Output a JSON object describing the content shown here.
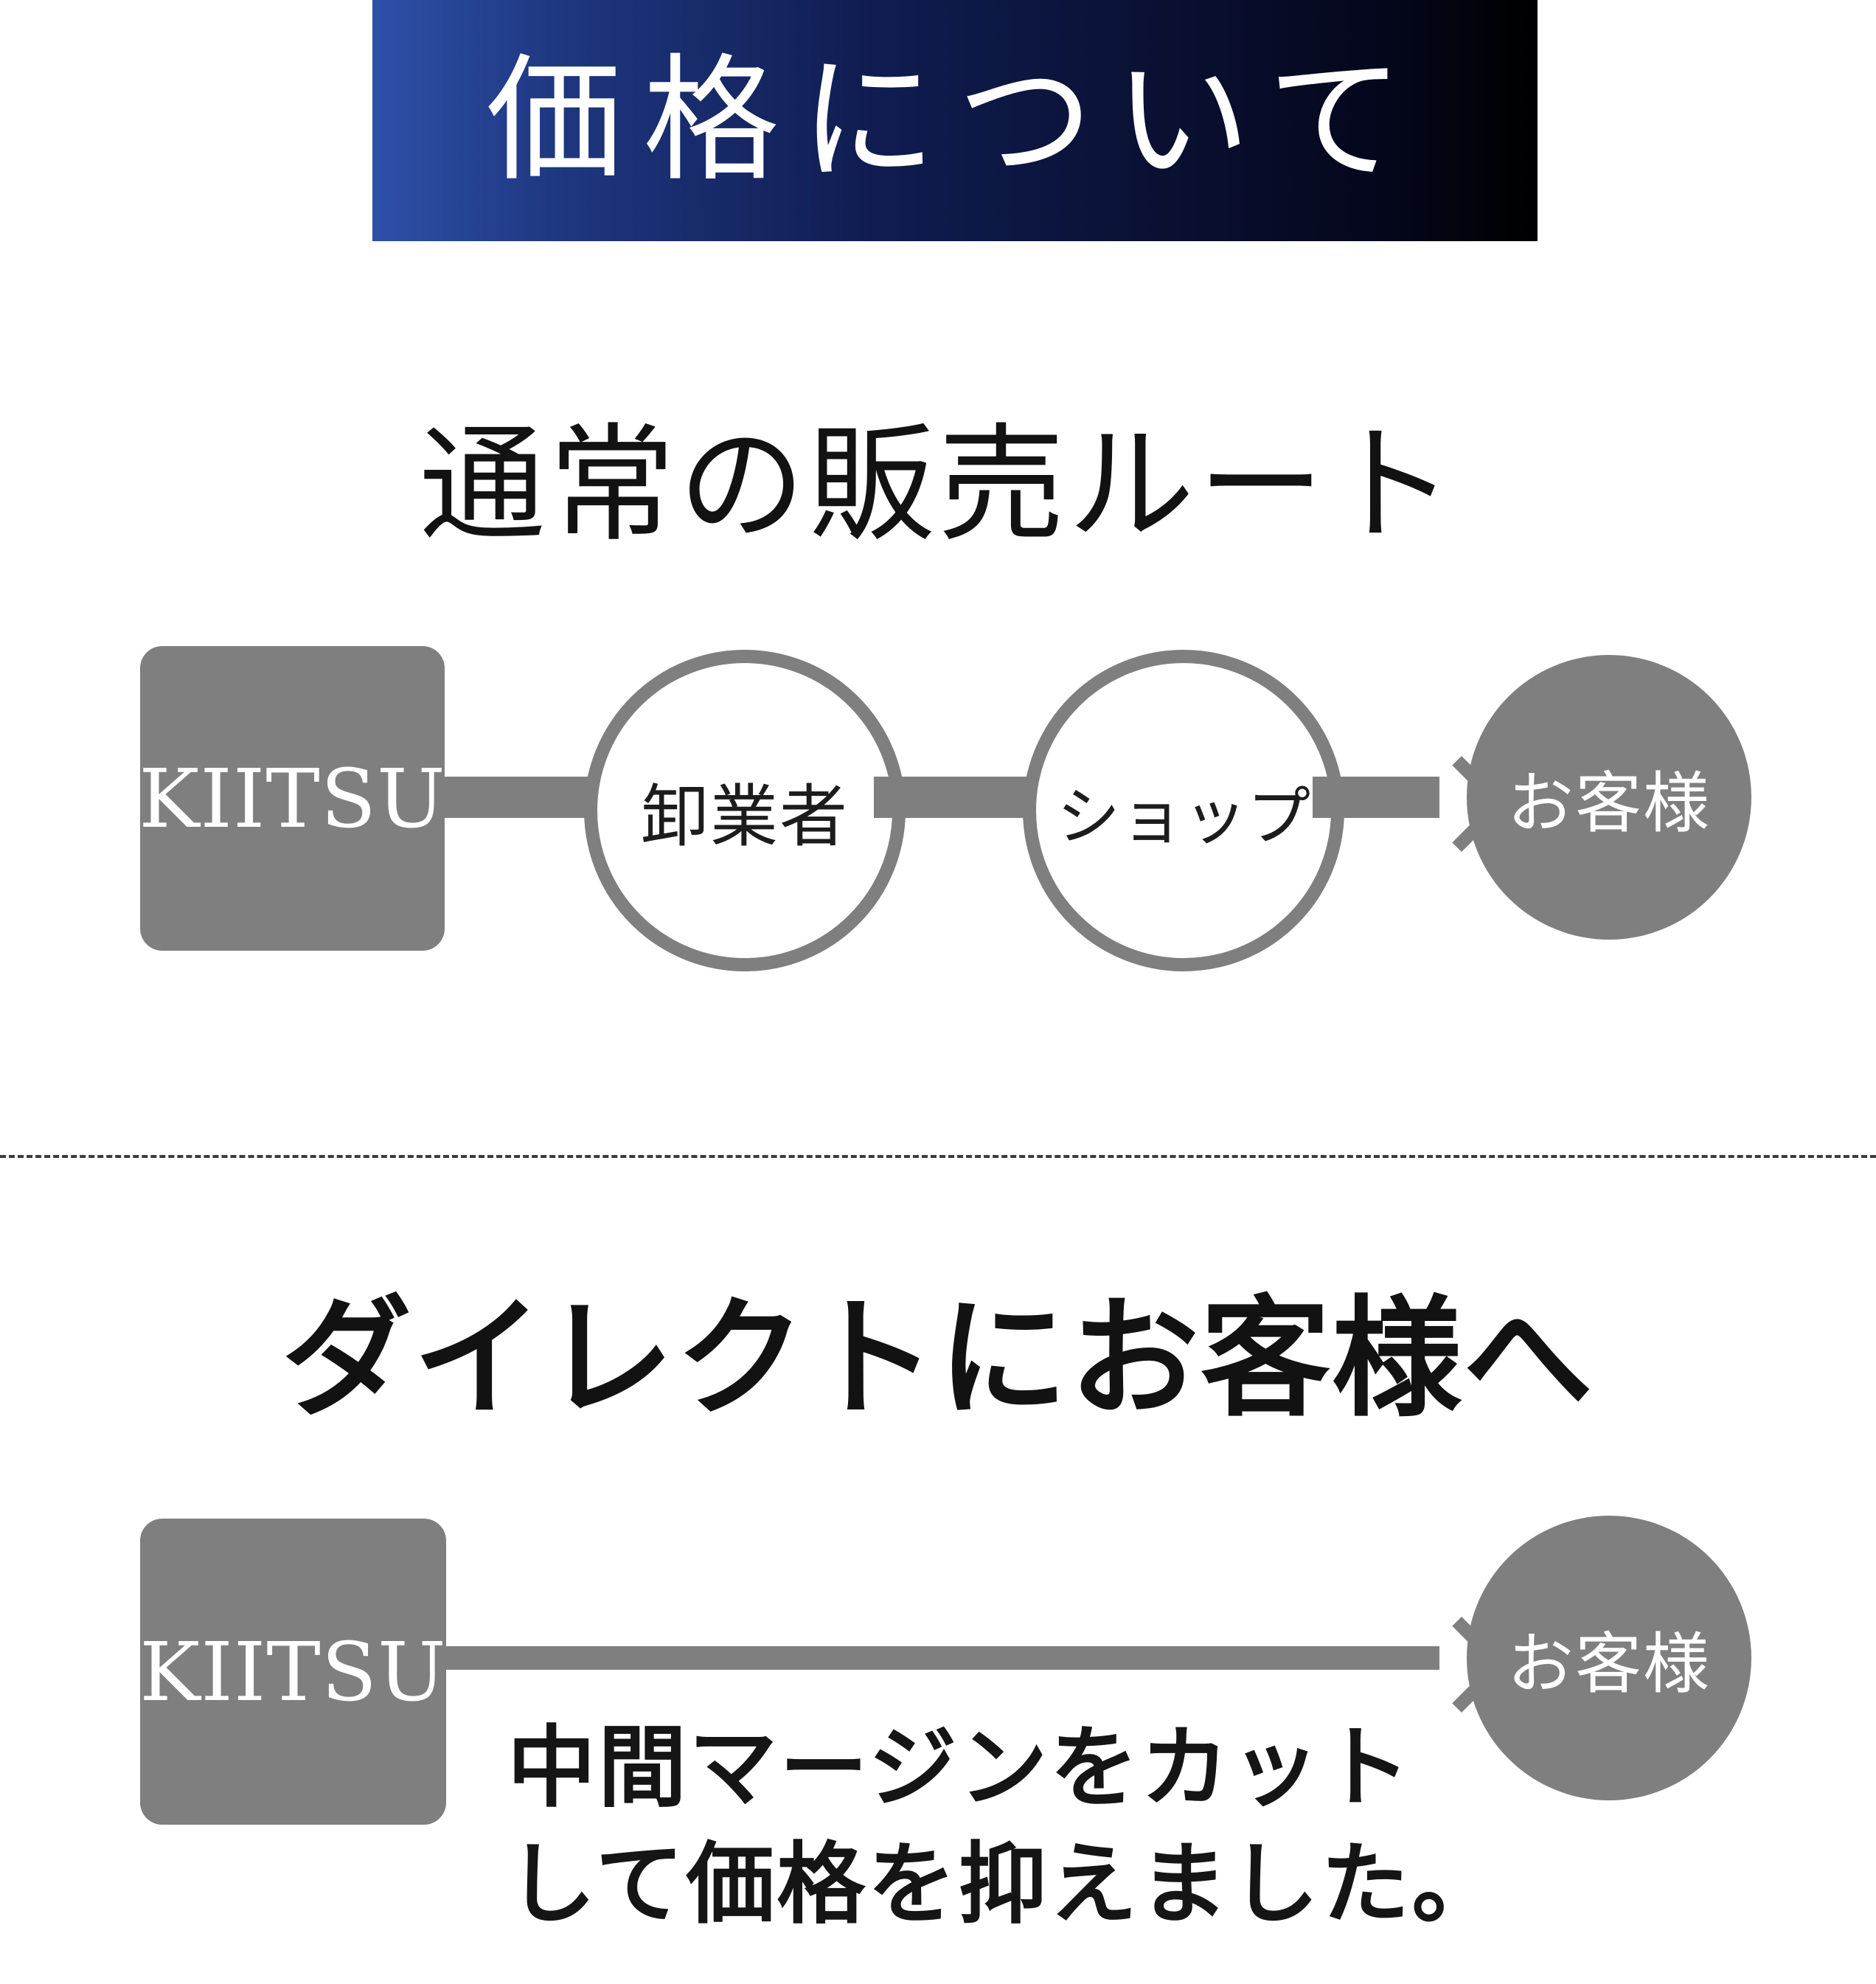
{
  "banner": {
    "title": "価格について"
  },
  "flow_normal": {
    "title": "通常の販売ルート",
    "nodes": [
      {
        "id": "maker",
        "label": "KIITSU",
        "shape": "rounded-square"
      },
      {
        "id": "wholesaler",
        "label": "卸業者",
        "shape": "circle-outline"
      },
      {
        "id": "shop",
        "label": "ショップ",
        "shape": "circle-outline"
      },
      {
        "id": "customer",
        "label": "お客様",
        "shape": "circle-solid"
      }
    ]
  },
  "flow_direct": {
    "title": "ダイレクトにお客様へ",
    "nodes": [
      {
        "id": "maker",
        "label": "KIITSU",
        "shape": "rounded-square"
      },
      {
        "id": "customer",
        "label": "お客様",
        "shape": "circle-solid"
      }
    ],
    "caption": {
      "line1": "中間マージンをカット",
      "line2": "して価格を抑えました。"
    }
  },
  "colors": {
    "node_gray": "#7f7f7f",
    "banner_blue": "#2e50a8",
    "banner_navy": "#0a1134",
    "banner_black": "#000000",
    "title_black": "#121212"
  }
}
